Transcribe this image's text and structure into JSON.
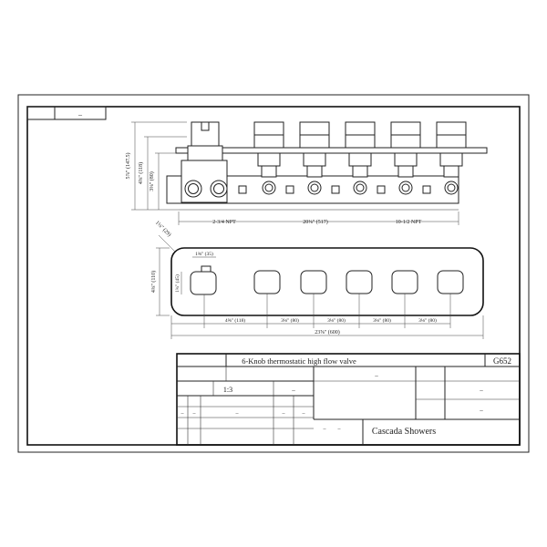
{
  "title_block": {
    "title": "6-Knob thermostatic high flow valve",
    "model": "G652",
    "scale": "1:3",
    "company": "Cascada Showers",
    "dash": "–"
  },
  "side_view": {
    "height_total": "5⅞\" (147.5)",
    "height_mid": "4⅝\" (118)",
    "height_low": "3⅛\" (80)",
    "inlet_label": "2-3/4 NPT",
    "length_label": "20⅜\" (517)",
    "outlet_label": "10-1/2 NPT"
  },
  "front_view": {
    "corner_radius": "1⅛\" (29)",
    "plate_height": "4⅜\" (110)",
    "knob_width": "1⅜\" (35)",
    "knob_height": "1¾\" (45)",
    "dist_first": "4⅝\" (118)",
    "spacing_1": "3⅛\" (80)",
    "spacing_2": "3⅛\" (80)",
    "spacing_3": "3⅛\" (80)",
    "spacing_4": "3⅛\" (80)",
    "overall_length": "23⅝\" (600)"
  },
  "colors": {
    "line": "#222222",
    "background": "#ffffff"
  }
}
